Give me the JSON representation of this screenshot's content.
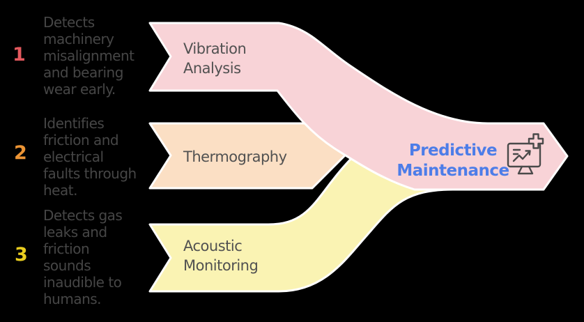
{
  "diagram": {
    "background_color": "#000000",
    "outline_color": "#ffffff"
  },
  "streams": [
    {
      "number": "1",
      "number_color": "#e4595e",
      "description": "Detects\nmachinery\nmisalignment\nand bearing\nwear early.",
      "label": "Vibration\nAnalysis",
      "band_color": "#f8d3d7"
    },
    {
      "number": "2",
      "number_color": "#ec9434",
      "description": "Identifies\nfriction and\nelectrical\nfaults through\nheat.",
      "label": "Thermography",
      "band_color": "#fbdfc4"
    },
    {
      "number": "3",
      "number_color": "#e9cd1f",
      "description": "Detects gas\nleaks and\nfriction\nsounds\ninaudible to\nhumans.",
      "label": "Acoustic\nMonitoring",
      "band_color": "#faf3b3"
    }
  ],
  "result": {
    "label": "Predictive\nMaintenance",
    "text_color": "#4d7de8",
    "band_color": "#f8d3d7",
    "icon": "monitor-chart-plus-icon",
    "icon_color": "#4a4a4a"
  }
}
